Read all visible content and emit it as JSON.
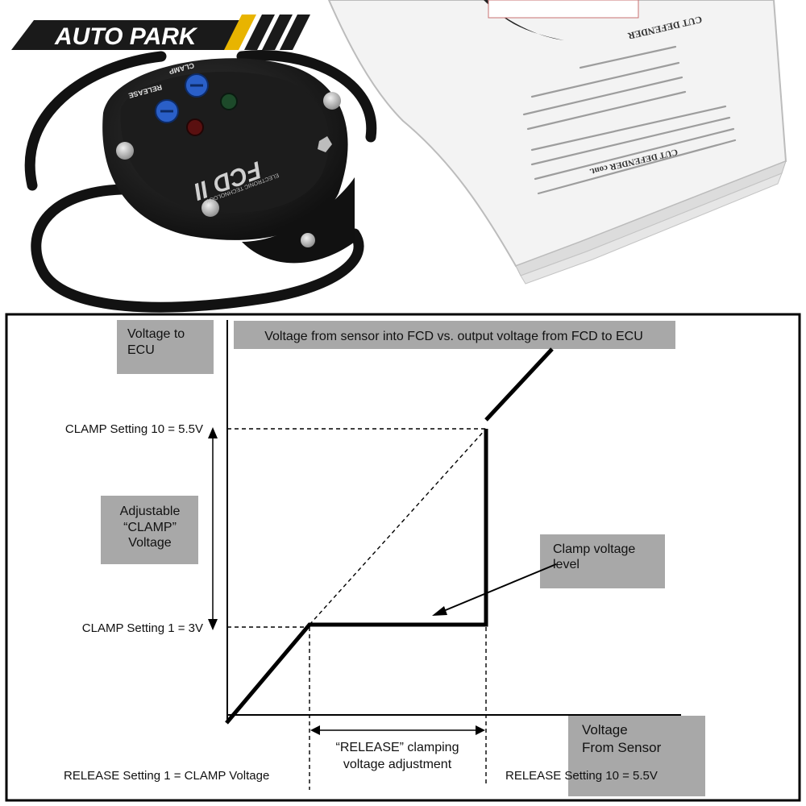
{
  "brand": {
    "logo_text": "AUTO PARK"
  },
  "product": {
    "device_label": "FCD II",
    "device_subtext": "ELECTRONIC TECHNOLOGY",
    "knob_label_clamp": "CLAMP",
    "knob_label_release": "RELEASE",
    "manual_heading": "CUT DEFENDER",
    "manual_heading_cont": "CUT DEFENDER cont."
  },
  "diagram": {
    "title": "Voltage from sensor into FCD vs. output voltage from FCD to ECU",
    "y_axis_label": [
      "Voltage to",
      "ECU"
    ],
    "x_axis_label": [
      "Voltage",
      "From Sensor"
    ],
    "clamp_high_label": "CLAMP Setting 10 = 5.5V",
    "clamp_low_label": "CLAMP Setting 1 = 3V",
    "adjustable_label": [
      "Adjustable",
      "“CLAMP”",
      "Voltage"
    ],
    "clamp_level_label": [
      "Clamp voltage",
      "level"
    ],
    "release_adjust_label": [
      "“RELEASE” clamping",
      "voltage adjustment"
    ],
    "release_low_label": "RELEASE Setting 1 = CLAMP Voltage",
    "release_high_label": "RELEASE Setting 10 = 5.5V"
  },
  "colors": {
    "label_box": "#a8a8a8",
    "line": "#000000"
  }
}
